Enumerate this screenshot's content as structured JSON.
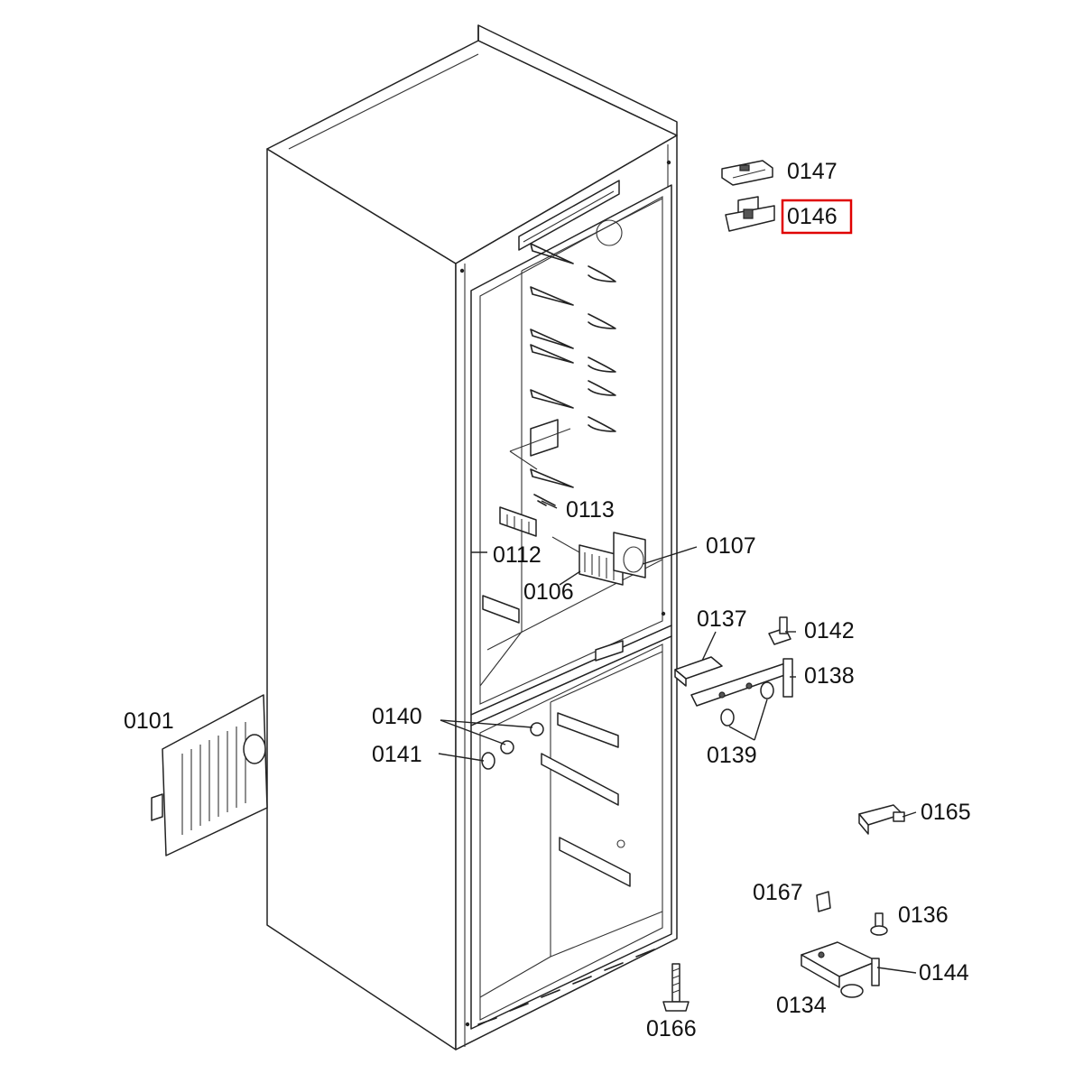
{
  "labels": {
    "p0147": "0147",
    "p0146": "0146",
    "p0113": "0113",
    "p0112": "0112",
    "p0107": "0107",
    "p0106": "0106",
    "p0137": "0137",
    "p0142": "0142",
    "p0138": "0138",
    "p0101": "0101",
    "p0140": "0140",
    "p0141": "0141",
    "p0139": "0139",
    "p0165": "0165",
    "p0167": "0167",
    "p0136": "0136",
    "p0144": "0144",
    "p0134": "0134",
    "p0166": "0166"
  },
  "highlighted_part": "0146",
  "colors": {
    "line": "#222222",
    "highlight": "#e00000",
    "background": "#ffffff"
  }
}
